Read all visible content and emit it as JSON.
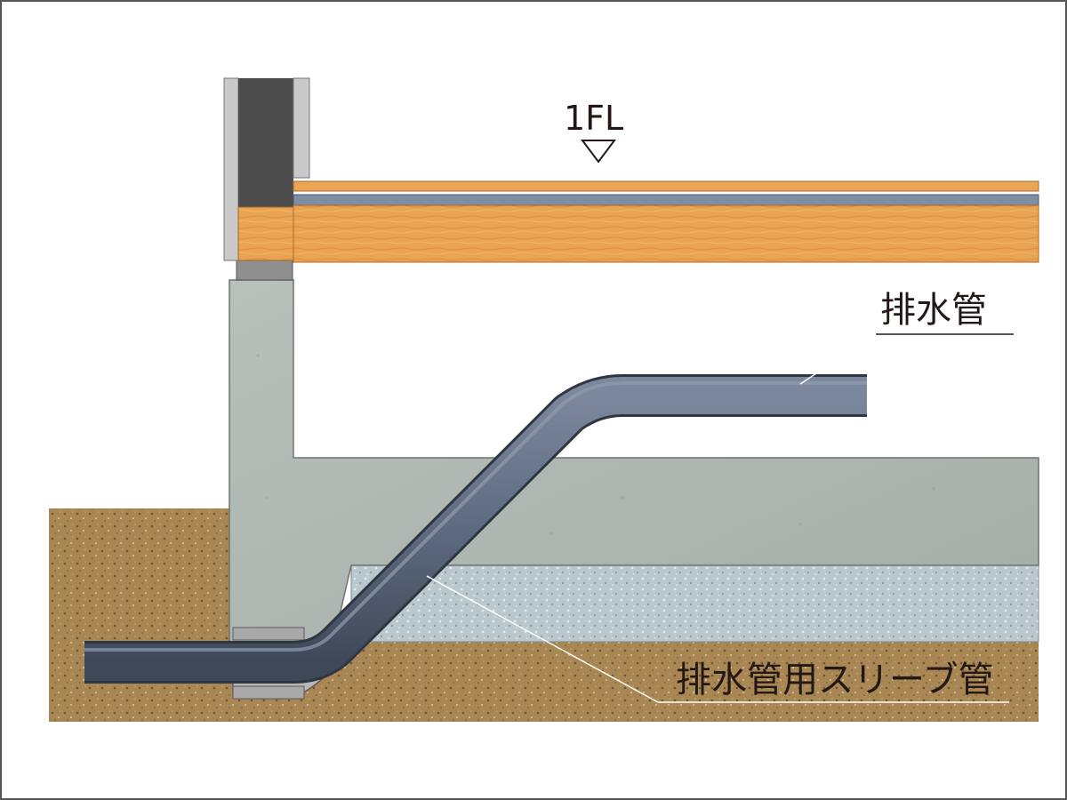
{
  "diagram": {
    "floor_level_label": "1FL",
    "drain_pipe_label": "排水管",
    "sleeve_label": "排水管用スリーブ管"
  },
  "colors": {
    "soil": "#a78553",
    "gravel": "#b7c6cb",
    "concrete": "#a9b2ad",
    "wood": "#e9a455",
    "pipe": "#5f6c80",
    "sleeve": "#b2b2b2",
    "wall": "#4a4a4a",
    "outline": "#3a3a3a"
  }
}
